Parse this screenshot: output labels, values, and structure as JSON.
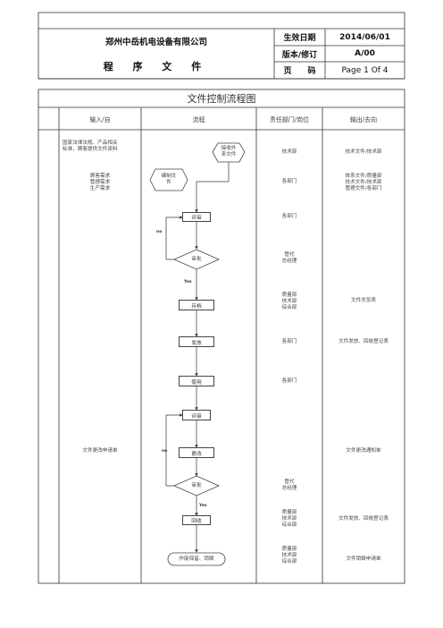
{
  "header": {
    "company": "郑州中岳机电设备有限公司",
    "doc_type": "程 序 文 件",
    "rows": [
      {
        "label": "生效日期",
        "value": "2014/06/01"
      },
      {
        "label": "版本/修订",
        "value": "A/00"
      },
      {
        "label": "页　　码",
        "value": "Page 1 Of 4"
      }
    ]
  },
  "flow": {
    "title": "文件控制流程图",
    "columns": [
      "输入/自",
      "流程",
      "责任部门/岗位",
      "输出/去向"
    ],
    "inputs": [
      "国家法律法规、产品相关\n标准，顾客提供文件资料",
      "顾客需求\n管理需求\n生产需求",
      "文件更改申请单"
    ],
    "nodes": {
      "receive": "接收外\n来文件",
      "compile": "编制文\n件",
      "review1": "评审",
      "approve1": "审批",
      "archive": "存档",
      "distribute": "发放",
      "use": "使用",
      "review2": "评审",
      "change": "更改",
      "approve2": "审批",
      "recover": "回收",
      "final": "作废保留、销毁"
    },
    "branch_labels": {
      "no": "no",
      "yes": "Yes"
    },
    "responsibility": [
      "技术部",
      "各部门",
      "各部门",
      "管代\n总经理",
      "质量部\n技术部\n综合部",
      "各部门",
      "各部门",
      "管代\n总经理",
      "质量部\n技术部\n综合部",
      "质量部\n技术部\n综合部"
    ],
    "outputs": [
      "技术文件/技术部",
      "体系文件/质量部\n技术文件/技术部\n管理文件/各部门",
      "文件总览表",
      "文件发放、回收登记表",
      "文件更改通知单",
      "文件发放、回收登记表",
      "文件销毁申请单"
    ]
  }
}
